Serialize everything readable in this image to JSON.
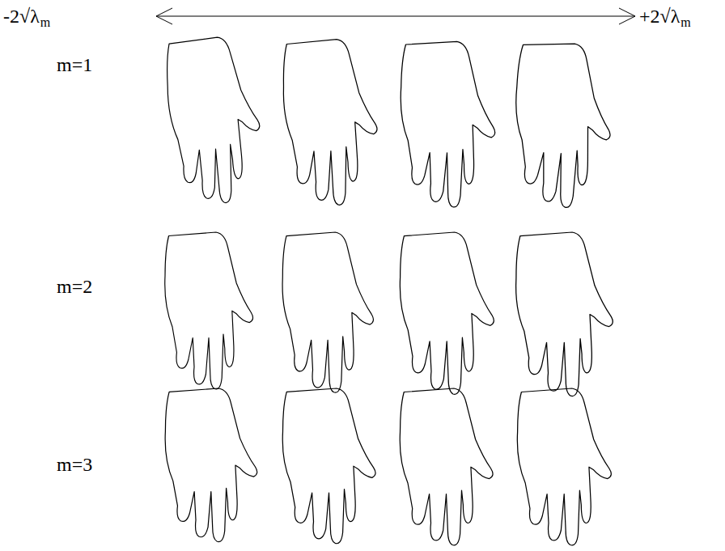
{
  "diagram": {
    "labels": [
      "-2√λ",
      "m",
      "+2√λ",
      "m",
      "m=1",
      "m=2",
      "m=3"
    ]
  }
}
